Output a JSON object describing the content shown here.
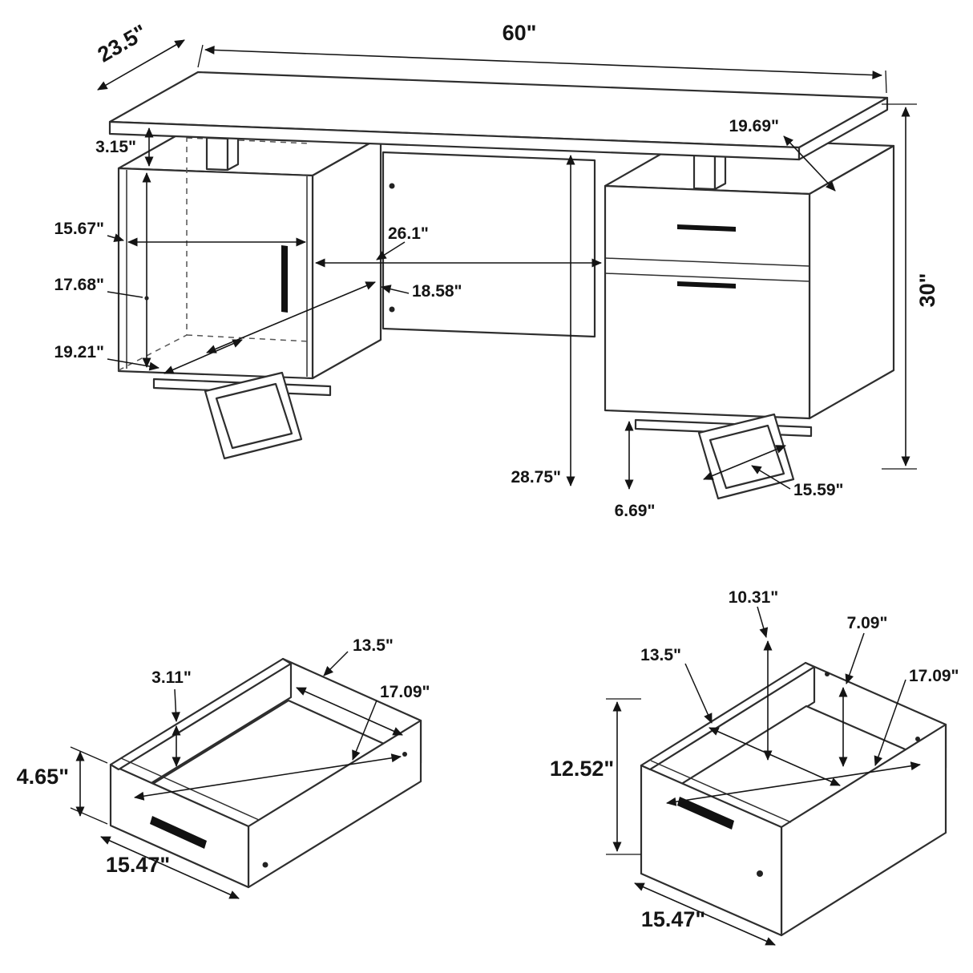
{
  "figure": {
    "desk": {
      "top_width": "60\"",
      "top_depth": "23.5\"",
      "top_gap": "3.15\"",
      "pedestal_top_depth": "19.69\"",
      "cabinet_inner_width": "15.67\"",
      "knee_space_width": "26.1\"",
      "cabinet_inner_height": "17.68\"",
      "cabinet_inner_diagonal": "18.58\"",
      "cabinet_bottom_diagonal": "19.21\"",
      "overall_height": "30\"",
      "clearance_height": "28.75\"",
      "leg_height": "6.69\"",
      "leg_depth": "15.59\""
    },
    "small_drawer": {
      "side_height": "3.11\"",
      "inner_width": "13.5\"",
      "inner_diagonal": "17.09\"",
      "front_height": "4.65\"",
      "front_width": "15.47\""
    },
    "file_drawer": {
      "back_height": "10.31\"",
      "divider_height": "7.09\"",
      "inner_width": "13.5\"",
      "inner_diagonal": "17.09\"",
      "front_height": "12.52\"",
      "front_width": "15.47\""
    }
  }
}
